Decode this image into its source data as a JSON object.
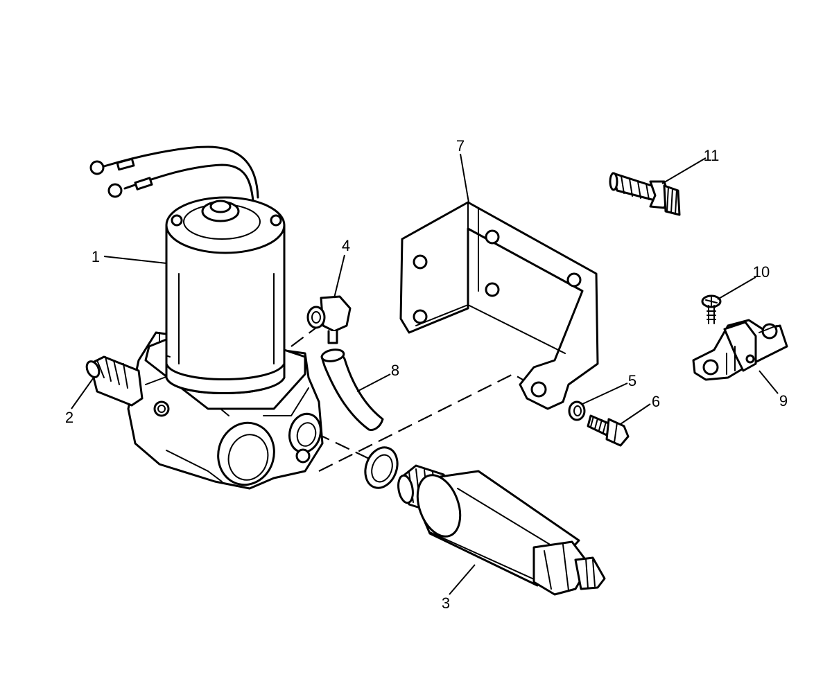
{
  "diagram": {
    "callouts": [
      {
        "id": "1",
        "label": "1"
      },
      {
        "id": "2",
        "label": "2"
      },
      {
        "id": "3",
        "label": "3"
      },
      {
        "id": "4",
        "label": "4"
      },
      {
        "id": "5",
        "label": "5"
      },
      {
        "id": "6",
        "label": "6"
      },
      {
        "id": "7",
        "label": "7"
      },
      {
        "id": "8",
        "label": "8"
      },
      {
        "id": "9",
        "label": "9"
      },
      {
        "id": "10",
        "label": "10"
      },
      {
        "id": "11",
        "label": "11"
      }
    ],
    "parts": [
      {
        "callout": "1",
        "icon": "pump-motor-icon"
      },
      {
        "callout": "2",
        "icon": "fitting-icon"
      },
      {
        "callout": "3",
        "icon": "filter-cartridge-icon"
      },
      {
        "callout": "4",
        "icon": "elbow-fitting-icon"
      },
      {
        "callout": "5",
        "icon": "lock-washer-icon"
      },
      {
        "callout": "6",
        "icon": "bolt-icon"
      },
      {
        "callout": "7",
        "icon": "mounting-bracket-icon"
      },
      {
        "callout": "8",
        "icon": "hose-icon"
      },
      {
        "callout": "9",
        "icon": "clamp-icon"
      },
      {
        "callout": "10",
        "icon": "screw-icon"
      },
      {
        "callout": "11",
        "icon": "hose-barb-fitting-icon"
      }
    ]
  }
}
